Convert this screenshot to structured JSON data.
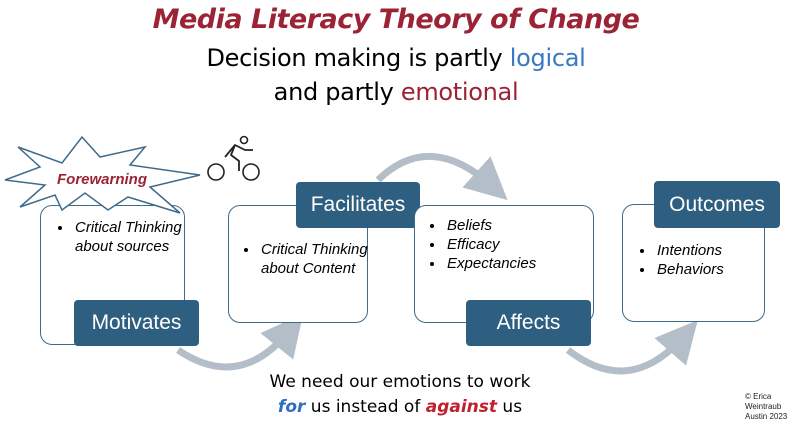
{
  "title": "Media Literacy Theory of Change",
  "subtitle": {
    "line1_prefix": "Decision making is partly ",
    "line1_highlight": "logical",
    "line2_prefix": "and partly ",
    "line2_highlight": "emotional"
  },
  "burst": {
    "label": "Forewarning",
    "icon": "cyclist-icon"
  },
  "stages": [
    {
      "label": "Motivates",
      "items": [
        "Critical Thinking about sources"
      ]
    },
    {
      "label": "Facilitates",
      "items": [
        "Critical Thinking about Content"
      ]
    },
    {
      "label": "Affects",
      "items": [
        "Beliefs",
        "Efficacy",
        "Expectancies"
      ]
    },
    {
      "label": "Outcomes",
      "items": [
        "Intentions",
        "Behaviors"
      ]
    }
  ],
  "bottom": {
    "line1": "We need our emotions to work",
    "for": "for",
    "middle": " us instead of ",
    "against": "against",
    "end": " us"
  },
  "credit": {
    "line1": "© Erica",
    "line2": "Weintraub",
    "line3": "Austin 2023"
  },
  "colors": {
    "title": "#9b2335",
    "logical": "#3a78c3",
    "label_bg": "#2e5f80",
    "box_border": "#3f6a8a",
    "arrow": "#b4bec8"
  }
}
